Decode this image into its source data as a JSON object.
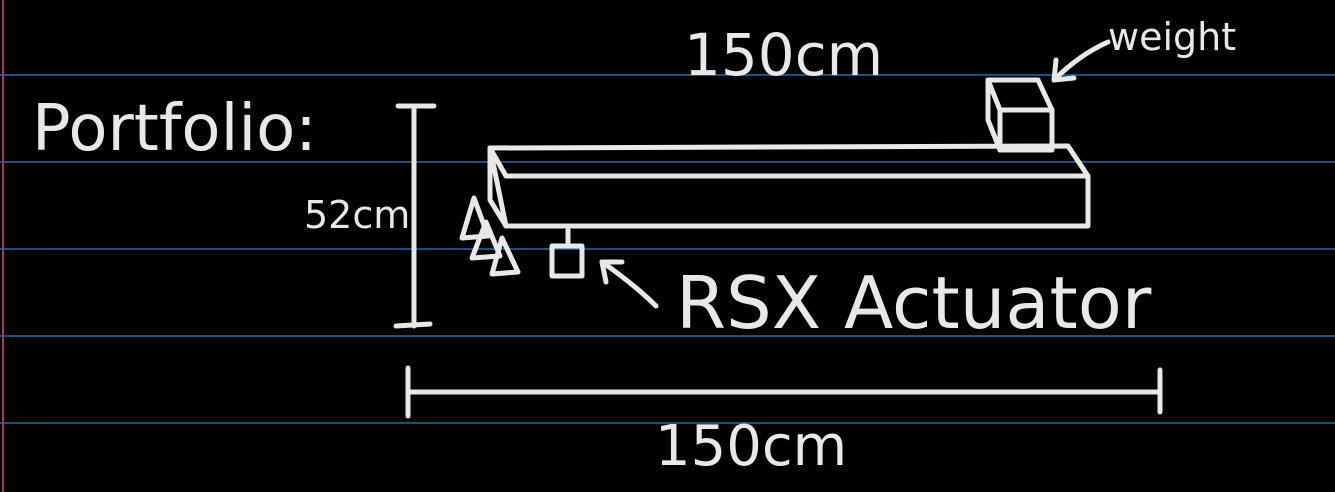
{
  "page": {
    "background_color": "#000000",
    "rule_line_color": "#1f6fa8",
    "margin_line_color": "#b0306a",
    "ink_color": "#e8e8e8"
  },
  "labels": {
    "heading": "Portfolio:",
    "top_length": "150cm",
    "height": "52cm",
    "bottom_length": "150cm",
    "weight": "weight",
    "actuator": "RSX Actuator"
  }
}
